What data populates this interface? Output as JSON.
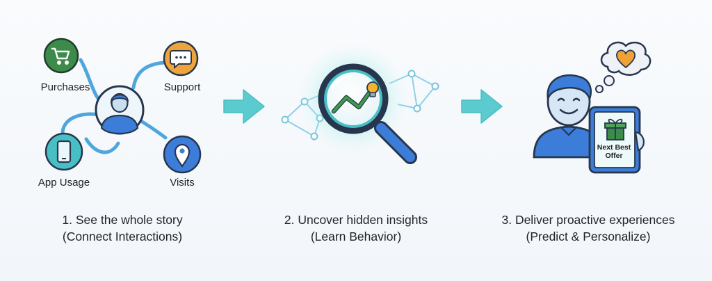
{
  "labels": {
    "purchases": "Purchases",
    "support": "Support",
    "app_usage": "App Usage",
    "visits": "Visits",
    "offer_line1": "Next Best",
    "offer_line2": "Offer"
  },
  "steps": [
    {
      "title": "1. See the whole story",
      "subtitle": "(Connect Interactions)"
    },
    {
      "title": "2. Uncover hidden insights",
      "subtitle": "(Learn Behavior)"
    },
    {
      "title": "3. Deliver proactive experiences",
      "subtitle": "(Predict & Personalize)"
    }
  ],
  "icons": {
    "cart": "shopping-cart-icon",
    "chat": "chat-bubble-icon",
    "phone": "smartphone-icon",
    "pin": "location-pin-icon",
    "user": "user-avatar-icon",
    "magnifier": "magnifier-icon",
    "bulb": "lightbulb-icon",
    "gift": "gift-icon",
    "heart": "heart-icon"
  },
  "colors": {
    "green": "#3d8b4a",
    "orange": "#eea43a",
    "teal": "#48bfc4",
    "blue": "#3b7dd8",
    "navy": "#27364d",
    "arrow": "#5ccbd0"
  }
}
